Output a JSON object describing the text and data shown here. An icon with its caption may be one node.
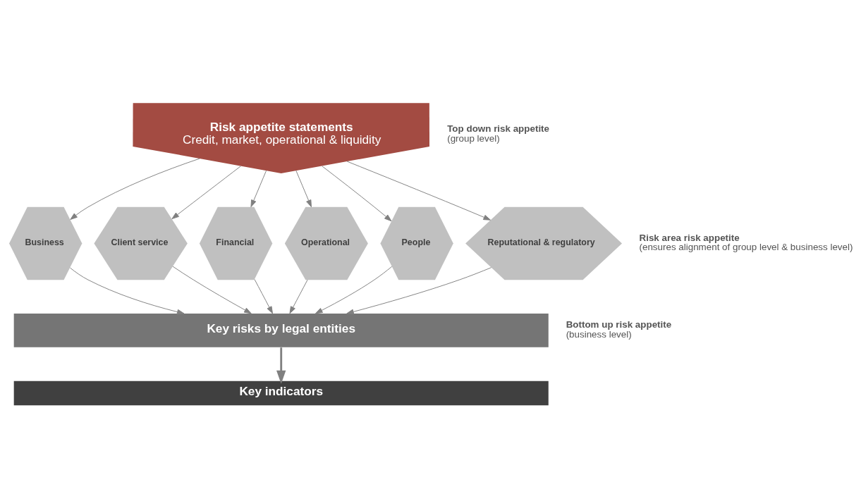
{
  "diagram": {
    "nodes": [
      {
        "text": [
          "Risk appetite statements",
          "Credit, market, operational & liquidity"
        ]
      },
      {
        "text": [
          "Business"
        ]
      },
      {
        "text": [
          "Client service"
        ]
      },
      {
        "text": [
          "Financial"
        ]
      },
      {
        "text": [
          "Operational"
        ]
      },
      {
        "text": [
          "People"
        ]
      },
      {
        "text": [
          "Reputational & regulatory"
        ]
      },
      {
        "text": [
          "Key risks by legal entities"
        ]
      },
      {
        "text": [
          "Key indicators"
        ]
      }
    ],
    "edges": [
      {
        "from": 0,
        "to": 1,
        "arrow": "to"
      },
      {
        "from": 0,
        "to": 2,
        "arrow": "to"
      },
      {
        "from": 0,
        "to": 3,
        "arrow": "to"
      },
      {
        "from": 0,
        "to": 4,
        "arrow": "to"
      },
      {
        "from": 0,
        "to": 5,
        "arrow": "to"
      },
      {
        "from": 0,
        "to": 6,
        "arrow": "to"
      },
      {
        "from": 1,
        "to": 7,
        "arrow": "to"
      },
      {
        "from": 2,
        "to": 7,
        "arrow": "to"
      },
      {
        "from": 3,
        "to": 7,
        "arrow": "to"
      },
      {
        "from": 4,
        "to": 7,
        "arrow": "to"
      },
      {
        "from": 5,
        "to": 7,
        "arrow": "to"
      },
      {
        "from": 6,
        "to": 7,
        "arrow": "to"
      },
      {
        "from": 7,
        "to": 8,
        "arrow": "to",
        "style": "thick"
      }
    ],
    "labels": [
      "Top down risk appetite",
      "(group level)",
      "Risk area risk appetite",
      "(ensures alignment of group level & business level)",
      "Bottom up risk appetite",
      "(business level)"
    ]
  }
}
